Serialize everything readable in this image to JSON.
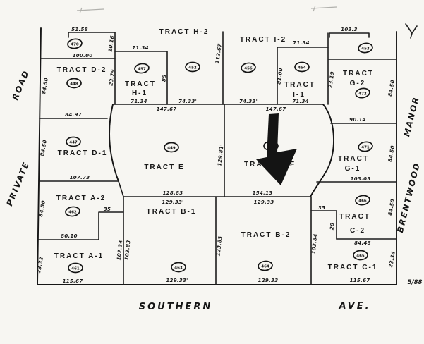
{
  "map": {
    "streets": {
      "west_road_upper": "ROAD",
      "west_road_lower": "PRIVATE",
      "east_road_upper": "MANOR",
      "east_road_lower": "BRENTWOOD",
      "south_street": "SOUTHERN",
      "south_street_suffix": "AVE.",
      "plat_note": "5/88"
    },
    "tracts": {
      "h2": {
        "name": "TRACT H-2",
        "oval": "452"
      },
      "i2": {
        "name": "TRACT I-2",
        "oval": "456"
      },
      "d2": {
        "name": "TRACT D-2",
        "oval": "448"
      },
      "h1": {
        "name1": "TRACT",
        "name2": "H-1",
        "oval": "457"
      },
      "i1": {
        "name1": "TRACT",
        "name2": "I-1",
        "oval": "454"
      },
      "g2": {
        "name1": "TRACT",
        "name2": "G-2",
        "oval": "472"
      },
      "d1": {
        "name": "TRACT D-1",
        "oval": "447"
      },
      "e": {
        "name": "TRACT E",
        "oval": "449"
      },
      "f": {
        "name1": "TRACT",
        "name2": "F",
        "oval": "450"
      },
      "g1": {
        "name1": "TRACT",
        "name2": "G-1",
        "oval": "471"
      },
      "a2": {
        "name": "TRACT A-2",
        "oval": "462"
      },
      "a1": {
        "name": "TRACT A-1",
        "oval": "461"
      },
      "b1": {
        "name": "TRACT B-1",
        "oval": "463"
      },
      "b2": {
        "name": "TRACT B-2",
        "oval": "464"
      },
      "c2": {
        "name1": "TRACT",
        "name2": "C-2",
        "oval": "466"
      },
      "c1": {
        "name": "TRACT C-1",
        "oval": "465"
      },
      "lot_nw": {
        "oval": "470"
      },
      "lot_ne": {
        "oval": "453"
      }
    },
    "dimensions": {
      "nw_bracket": "51.58",
      "d2_north": "100.00",
      "d2_west": "84.50",
      "d2_south": "84.97",
      "h1_flag_upper": "10.16",
      "h1_flag_lower": "23.79",
      "h1_north": "71.34",
      "h1_east": "85",
      "h1_south": "71.34",
      "row1_south_left": "74.33'",
      "row1_total_left": "147.67",
      "h2_i2_divider": "112.67",
      "i1_north": "71.34",
      "i1_west": "81.00",
      "i1_east": "23.19",
      "i1_south": "71.34",
      "row1_south_right": "74.33'",
      "row1_total_right": "147.67",
      "ne_bracket": "103.3",
      "g2_east": "84.50",
      "g2_south": "90.14",
      "d1_west": "84.50",
      "d1_south": "107.73",
      "ef_divider": "129.81'",
      "g1_south": "103.03",
      "g1_east": "84.50",
      "a2_west": "84.50",
      "a2_step": "35",
      "a2_south": "80.10",
      "a1_west": "23.32",
      "a1_south": "115.67",
      "ab_divider_west": "102.34",
      "ab_divider_east": "103.83",
      "b1_north_outer": "128.83",
      "b1_north_inner": "129.33'",
      "b1_south": "129.33'",
      "b2_west": "123.83",
      "b2_north_outer": "154.13",
      "b2_north_inner": "129.33",
      "b2_south": "129.33",
      "b2_east": "103.84",
      "c2_step_north": "35",
      "c2_step_east": "20",
      "c2_south": "84.48",
      "c2_east": "84.50",
      "c1_south": "115.67",
      "c1_east": "23.34"
    }
  }
}
